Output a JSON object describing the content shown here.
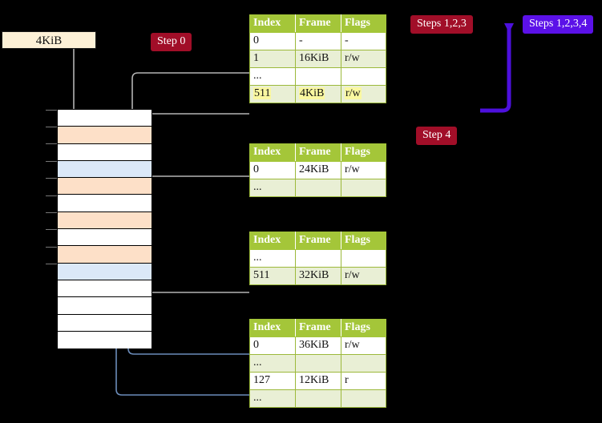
{
  "diagram": {
    "title_labels": {
      "step0": "Step 0",
      "step4": "Step 4",
      "steps123": "Steps 1,2,3",
      "steps1234": "Steps 1,2,3,4"
    },
    "source_box": {
      "label": "4KiB"
    },
    "colors": {
      "table_header": "#a4c639",
      "table_alt_row": "#e9efd5",
      "highlight": "#faf8a0",
      "badge_red": "#a10e28",
      "badge_purple": "#5b11e8",
      "memory_orange": "#fde0c8",
      "memory_blue": "#dbe8f8",
      "source_box": "#fdf1d7",
      "wire_gray": "#a9a9a9",
      "wire_blue": "#6b8cba"
    },
    "memory_column": {
      "name": "physical-memory-column",
      "rows": [
        {
          "fill": "white"
        },
        {
          "fill": "orange"
        },
        {
          "fill": "white"
        },
        {
          "fill": "blue"
        },
        {
          "fill": "orange"
        },
        {
          "fill": "white"
        },
        {
          "fill": "orange"
        },
        {
          "fill": "white"
        },
        {
          "fill": "orange"
        },
        {
          "fill": "blue"
        },
        {
          "fill": "white"
        },
        {
          "fill": "white"
        },
        {
          "fill": "white"
        },
        {
          "fill": "white"
        }
      ]
    },
    "tables": [
      {
        "name": "page-table-level-4",
        "headers": [
          "Index",
          "Frame",
          "Flags"
        ],
        "rows": [
          {
            "cells": [
              "0",
              "-",
              "-"
            ],
            "alt": false,
            "highlight": false
          },
          {
            "cells": [
              "1",
              "16KiB",
              "r/w"
            ],
            "alt": true,
            "highlight": false
          },
          {
            "cells": [
              "...",
              "",
              ""
            ],
            "alt": false,
            "highlight": false
          },
          {
            "cells": [
              "511",
              "4KiB",
              "r/w"
            ],
            "alt": true,
            "highlight": true
          }
        ]
      },
      {
        "name": "page-table-level-3",
        "headers": [
          "Index",
          "Frame",
          "Flags"
        ],
        "rows": [
          {
            "cells": [
              "0",
              "24KiB",
              "r/w"
            ],
            "alt": false,
            "highlight": false
          },
          {
            "cells": [
              "...",
              "",
              ""
            ],
            "alt": true,
            "highlight": false
          }
        ]
      },
      {
        "name": "page-table-level-2",
        "headers": [
          "Index",
          "Frame",
          "Flags"
        ],
        "rows": [
          {
            "cells": [
              "...",
              "",
              ""
            ],
            "alt": false,
            "highlight": false
          },
          {
            "cells": [
              "511",
              "32KiB",
              "r/w"
            ],
            "alt": true,
            "highlight": false
          }
        ]
      },
      {
        "name": "page-table-level-1",
        "headers": [
          "Index",
          "Frame",
          "Flags"
        ],
        "rows": [
          {
            "cells": [
              "0",
              "36KiB",
              "r/w"
            ],
            "alt": false,
            "highlight": false
          },
          {
            "cells": [
              "...",
              "",
              ""
            ],
            "alt": true,
            "highlight": false
          },
          {
            "cells": [
              "127",
              "12KiB",
              "r"
            ],
            "alt": false,
            "highlight": false
          },
          {
            "cells": [
              "...",
              "",
              ""
            ],
            "alt": true,
            "highlight": false
          }
        ]
      }
    ]
  }
}
